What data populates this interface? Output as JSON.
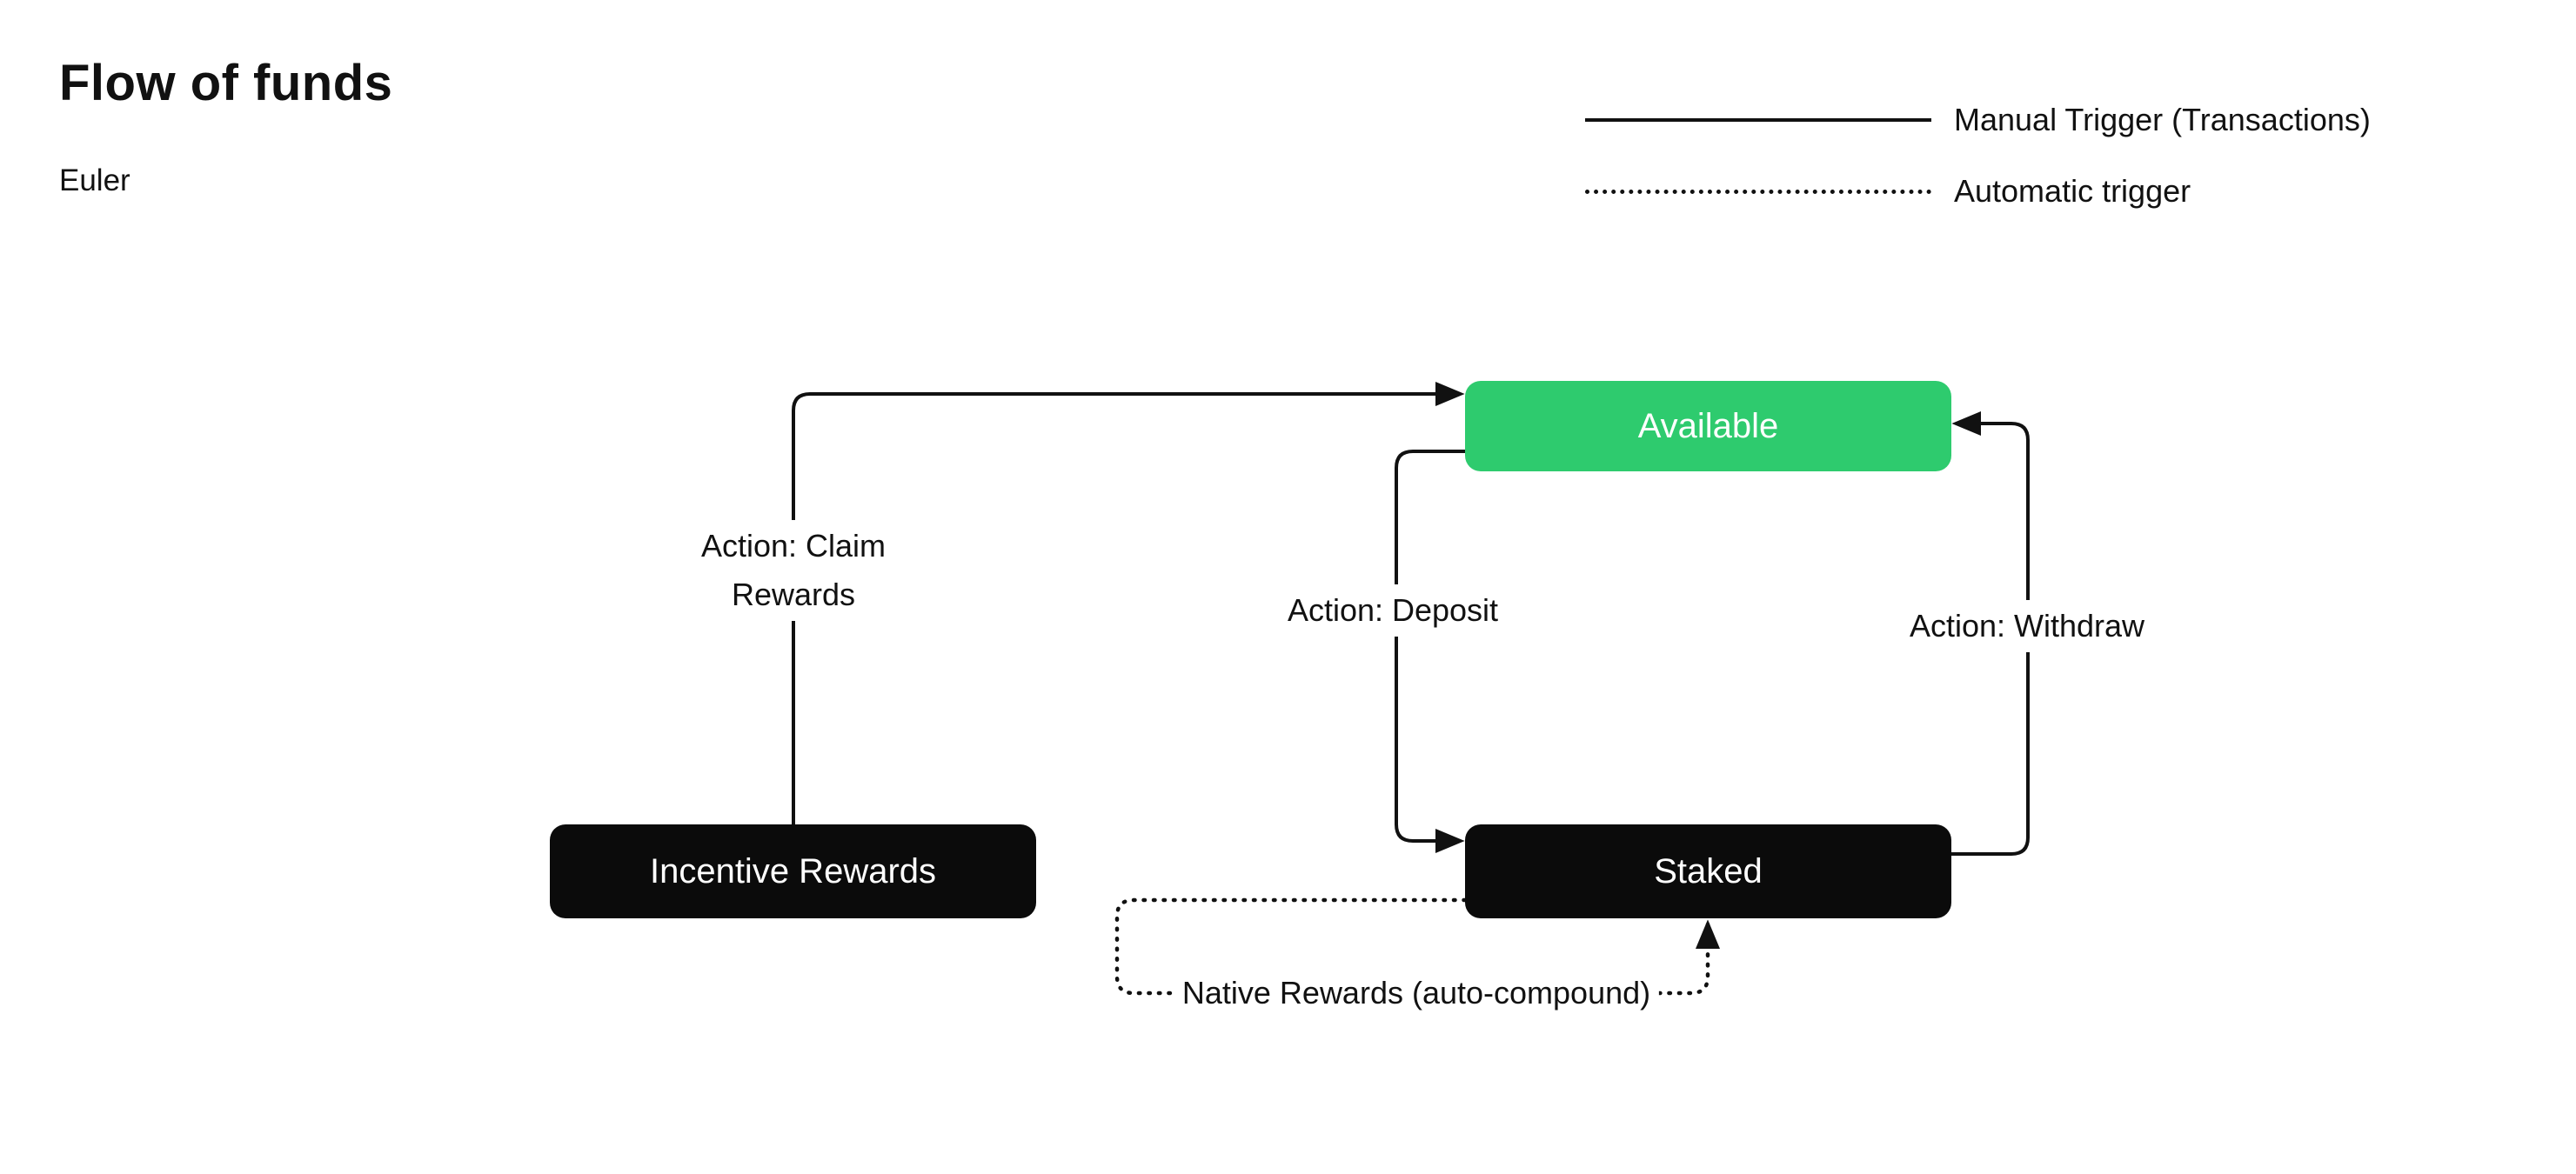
{
  "header": {
    "title": "Flow of funds",
    "subtitle": "Euler"
  },
  "legend": {
    "manual_label": "Manual Trigger (Transactions)",
    "automatic_label": "Automatic trigger"
  },
  "nodes": {
    "available": {
      "label": "Available",
      "color": "#2ECB6E"
    },
    "incentive_rewards": {
      "label": "Incentive Rewards",
      "color": "#0B0B0B"
    },
    "staked": {
      "label": "Staked",
      "color": "#0B0B0B"
    }
  },
  "edges": {
    "claim": {
      "label_line1": "Action: Claim",
      "label_line2": "Rewards",
      "type": "manual"
    },
    "deposit": {
      "label": "Action: Deposit",
      "type": "manual"
    },
    "withdraw": {
      "label": "Action: Withdraw",
      "type": "manual"
    },
    "native": {
      "label": "Native Rewards (auto-compound)",
      "type": "automatic"
    }
  },
  "colors": {
    "line": "#111111",
    "accent_green": "#2ECB6E",
    "node_black": "#0B0B0B",
    "background": "#FFFFFF"
  }
}
